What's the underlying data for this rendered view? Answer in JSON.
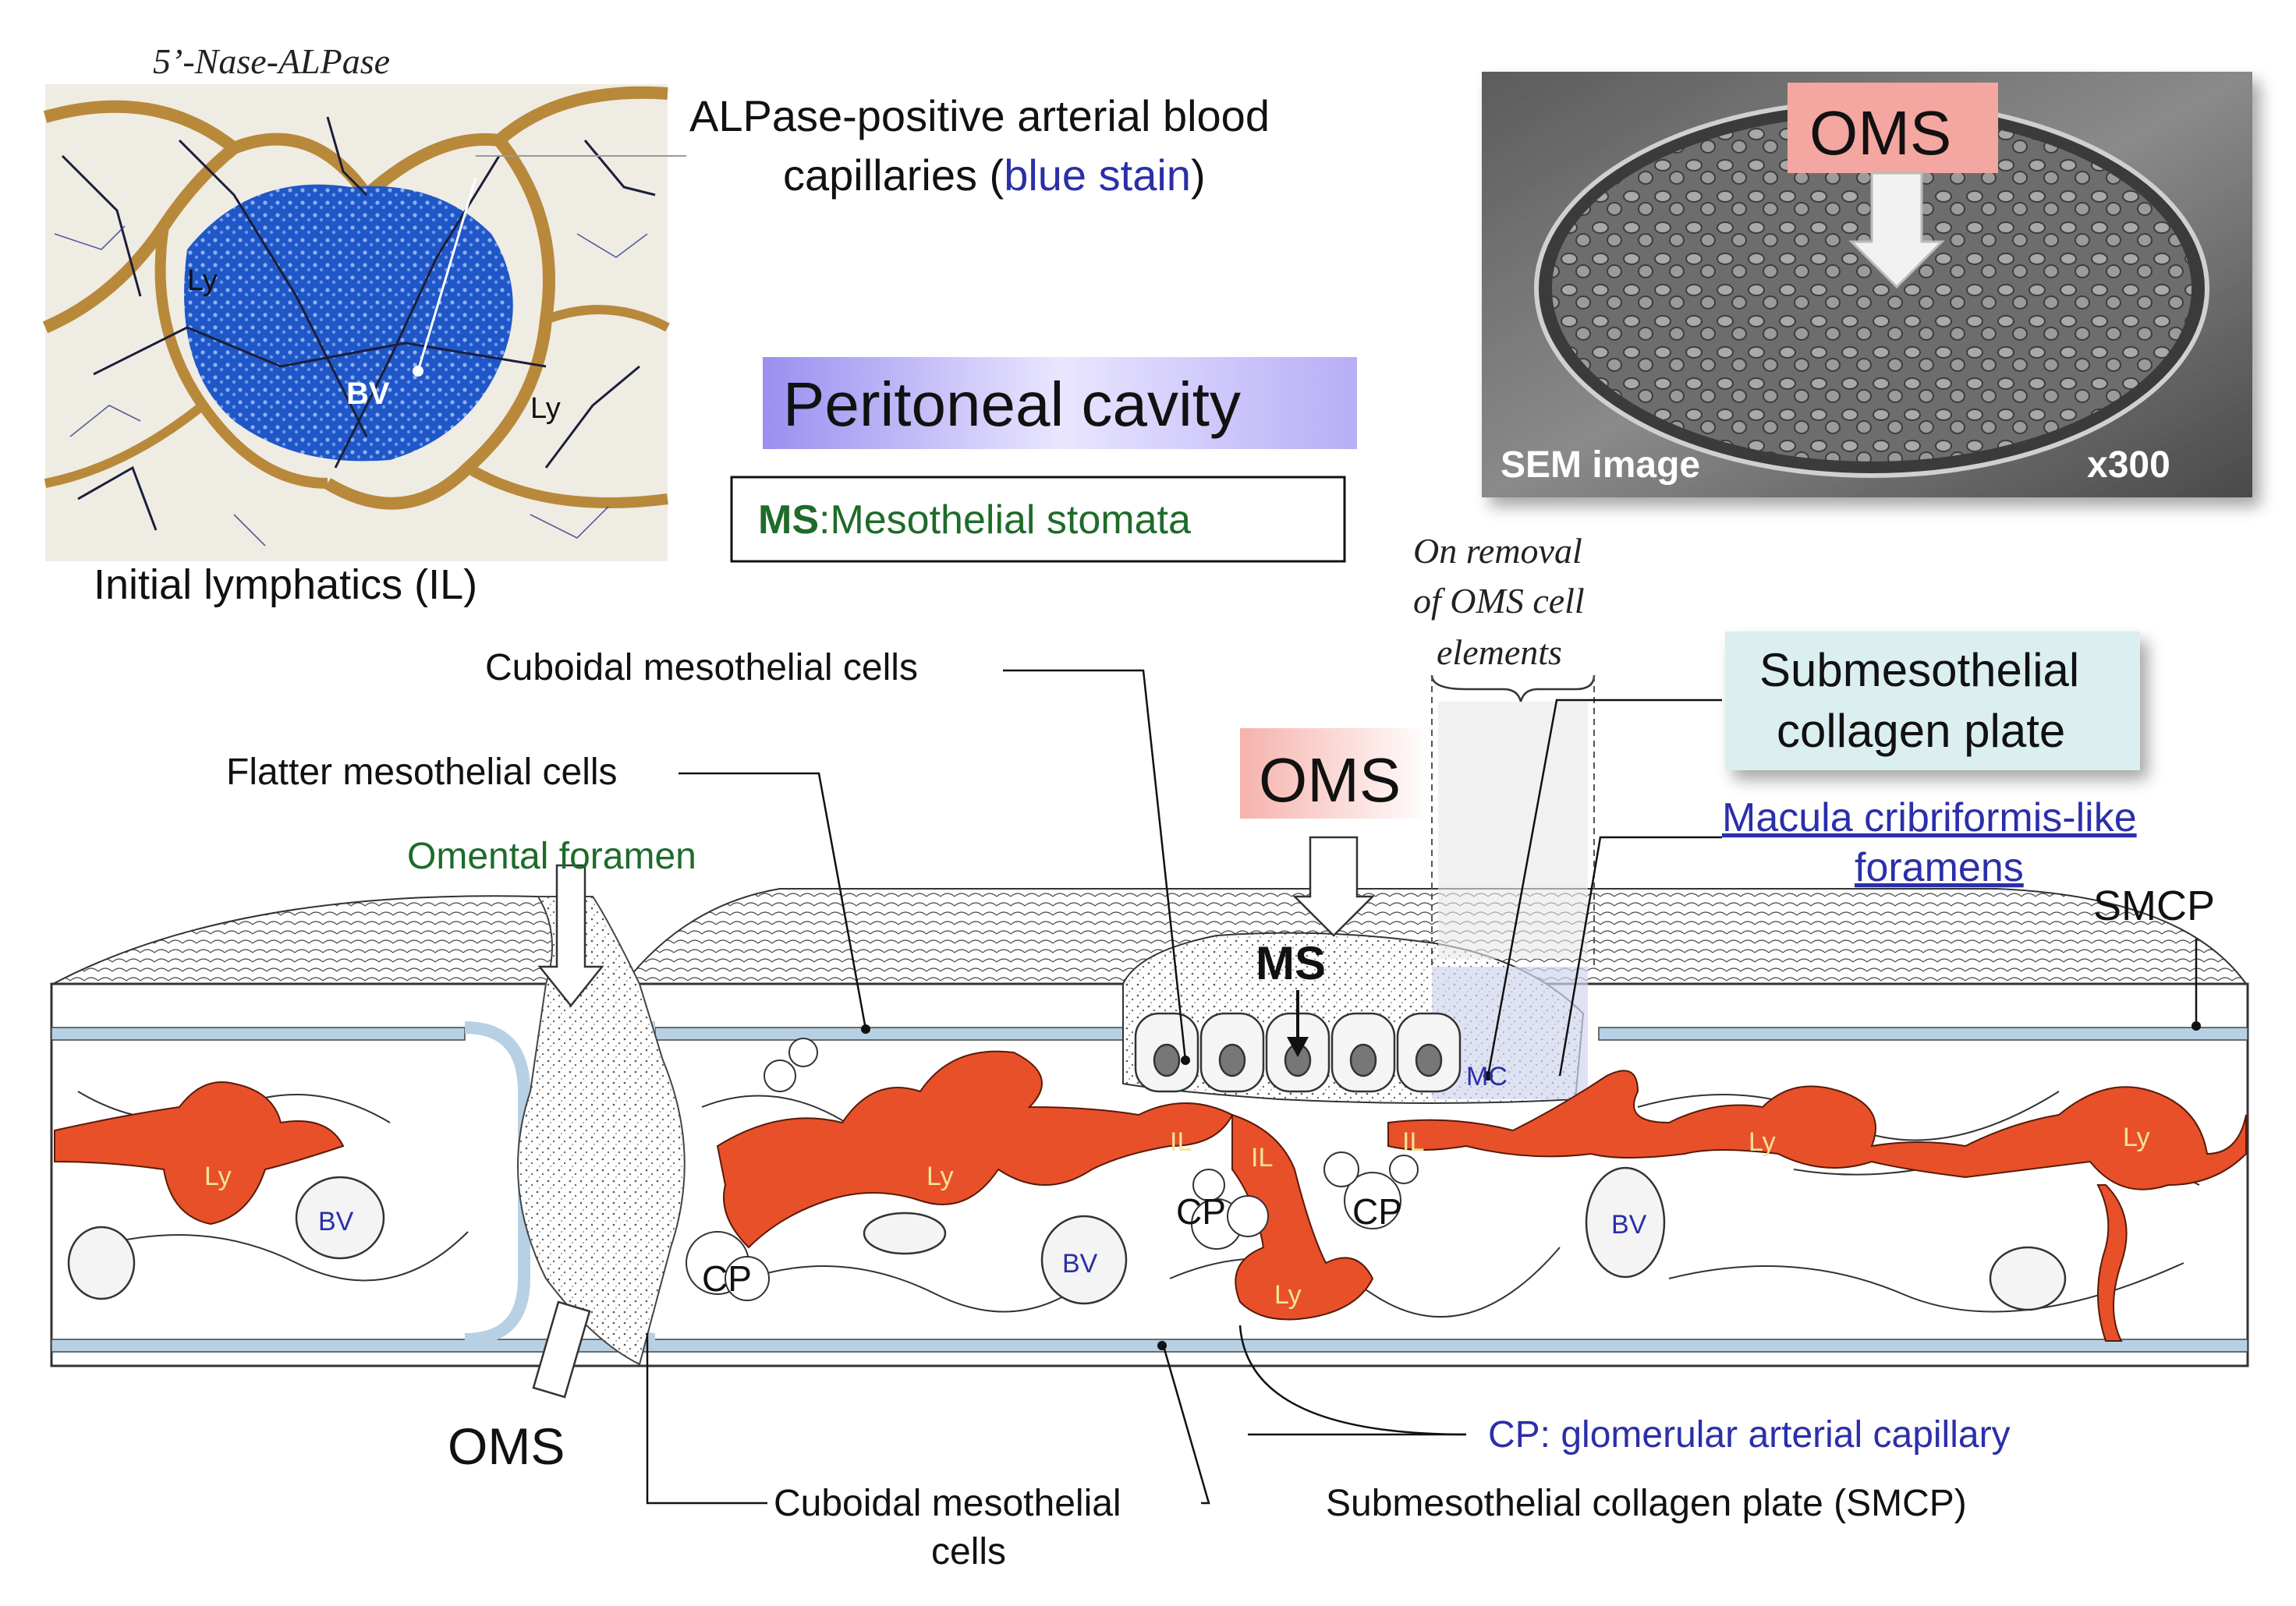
{
  "stain_title": "5’-Nase-ALPase",
  "stain_labels": {
    "ly_left": "Ly",
    "ly_right": "Ly",
    "bv": "BV"
  },
  "stain_caption": "Initial lymphatics (IL)",
  "alpase_caption": {
    "line1": "ALPase-positive arterial blood",
    "line2_pre": "capillaries (",
    "line2_blue": "blue stain",
    "line2_post": ")"
  },
  "peritoneal_cavity": "Peritoneal cavity",
  "ms_box": {
    "abbr": "MS",
    "text": ":Mesothelial stomata"
  },
  "sem": {
    "oms": "OMS",
    "label": "SEM image",
    "mag": "x300"
  },
  "removal_note": [
    "On removal",
    "of OMS cell",
    "elements"
  ],
  "submeso_box": [
    "Submesothelial",
    "collagen plate"
  ],
  "macula": [
    "Macula cribriformis-like",
    "foramens"
  ],
  "labels": {
    "cuboidal_top": "Cuboidal mesothelial cells",
    "flatter": "Flatter mesothelial cells",
    "omental_foramen": "Omental foramen",
    "oms_mid": "OMS",
    "oms_bottom": "OMS",
    "ms": "MS",
    "mc": "MC",
    "smcp": "SMCP",
    "cp_def": "CP: glomerular arterial capillary",
    "cuboidal_bottom": [
      "Cuboidal mesothelial",
      "cells"
    ],
    "smcp_def": "Submesothelial collagen plate (SMCP)"
  },
  "diagram_marks": {
    "ly": "Ly",
    "bv": "BV",
    "il": "IL",
    "cp": "CP"
  },
  "colors": {
    "lymph": "#e8502a",
    "collagen_plate": "#b7d0e4",
    "stain_blue": "#1f57c8",
    "stain_brown": "#b8893a",
    "oms_box": "#f4a6a0",
    "cavity_box": "#9a8ff0",
    "ms_green": "#1e6b2a",
    "submeso_box": "#dbeef0",
    "link_blue": "#2b2fa8"
  }
}
